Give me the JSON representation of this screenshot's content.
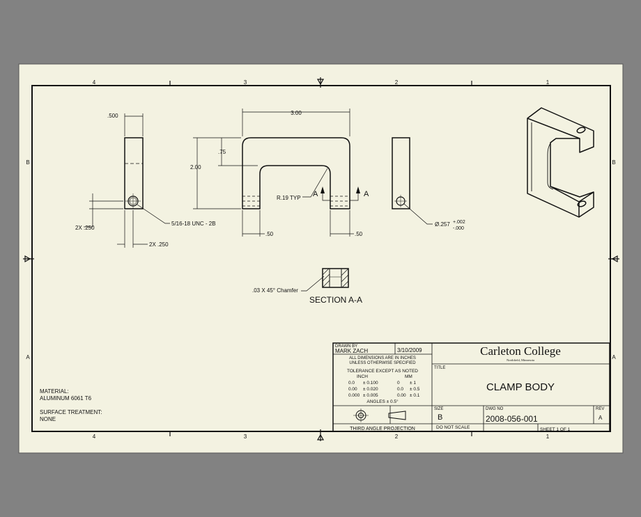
{
  "colors": {
    "background": "#828282",
    "paper": "#f3f2e1",
    "ink": "#111111"
  },
  "zones": {
    "cols_top": [
      "4",
      "3",
      "2",
      "1"
    ],
    "cols_bottom": [
      "4",
      "3",
      "2",
      "1"
    ],
    "rows": [
      "B",
      "A"
    ]
  },
  "views": {
    "side_left": {
      "dim_width": ".500",
      "dim_hole_vert": "2X .250",
      "dim_hole_horiz": "2X .250",
      "thread_note": "5/16-18 UNC - 2B"
    },
    "front": {
      "dim_width": "3.00",
      "dim_height": "2.00",
      "dim_top": ".75",
      "radius_note": "R.19 TYP",
      "section_letter_left": "A",
      "section_letter_right": "A",
      "dim_leg_left": ".50",
      "dim_leg_right": ".50"
    },
    "side_right": {
      "dia_note": "Ø.257",
      "tol_plus": "+.002",
      "tol_minus": "-.000"
    },
    "section": {
      "chamfer_note": ".03 X 45° Chamfer",
      "title": "SECTION A-A"
    }
  },
  "notes": {
    "material_label": "MATERIAL:",
    "material_value": "ALUMINUM 6061 T6",
    "surface_label": "SURFACE TREATMENT:",
    "surface_value": "NONE"
  },
  "title_block": {
    "drawn_by_label": "DRAWN BY",
    "drawn_by": "MARK ZACH",
    "date": "3/10/2009",
    "dims_note_1": "ALL DIMENSIONS ARE IN INCHES",
    "dims_note_2": "UNLESS OTHERWISE SPECIFIED",
    "tol_heading": "TOLERANCE EXCEPT AS NOTED",
    "inch_label": "INCH",
    "mm_label": "MM",
    "tol_rows": [
      {
        "inch_val": "0.0",
        "inch_tol": "± 0.100",
        "mm_val": "0",
        "mm_tol": "± 1"
      },
      {
        "inch_val": "0.00",
        "inch_tol": "± 0.020",
        "mm_val": "0.0",
        "mm_tol": "± 0.5"
      },
      {
        "inch_val": "0.000",
        "inch_tol": "± 0.005",
        "mm_val": "0.00",
        "mm_tol": "± 0.1"
      }
    ],
    "angles": "ANGLES ± 0.5°",
    "projection": "THIRD ANGLE PROJECTION",
    "company": "Carleton College",
    "company_sub": "Northfield, Minnesota",
    "title_label": "TITLE",
    "title": "CLAMP BODY",
    "size_label": "SIZE",
    "size": "B",
    "dwg_no_label": "DWG NO",
    "dwg_no": "2008-056-001",
    "rev_label": "REV",
    "rev": "A",
    "do_not_scale": "DO NOT SCALE",
    "sheet": "SHEET 1  OF 1"
  }
}
